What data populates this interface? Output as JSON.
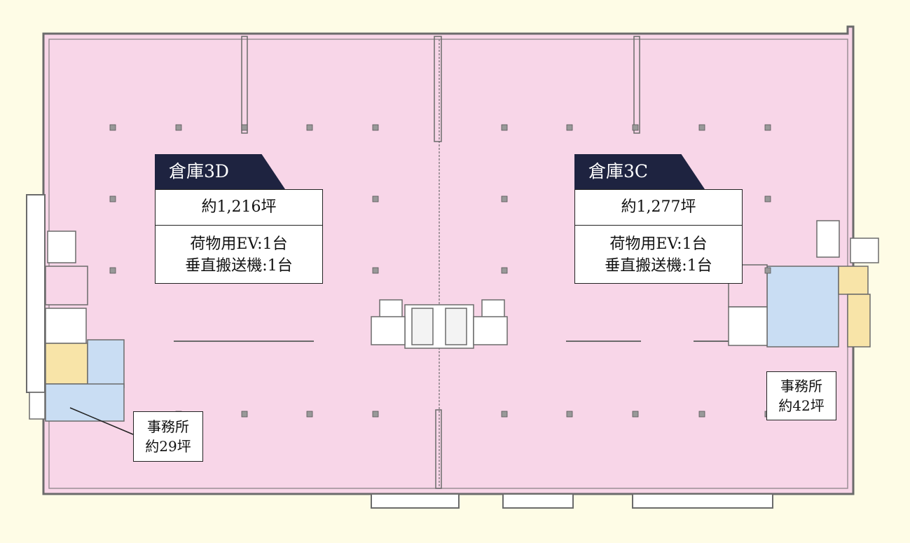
{
  "colors": {
    "background": "#fefce6",
    "warehouse": "#f8d6e8",
    "office": "#c9ddf3",
    "stair_core": "#f8e4a8",
    "wall": "#6b6b6b",
    "tag": "#1e2340"
  },
  "warehouse_3d": {
    "name": "倉庫3D",
    "area": "約1,216坪",
    "elevator": "荷物用EV:1台",
    "conveyor": "垂直搬送機:1台"
  },
  "warehouse_3c": {
    "name": "倉庫3C",
    "area": "約1,277坪",
    "elevator": "荷物用EV:1台",
    "conveyor": "垂直搬送機:1台"
  },
  "office_left": {
    "title": "事務所",
    "area": "約29坪"
  },
  "office_right": {
    "title": "事務所",
    "area": "約42坪"
  }
}
